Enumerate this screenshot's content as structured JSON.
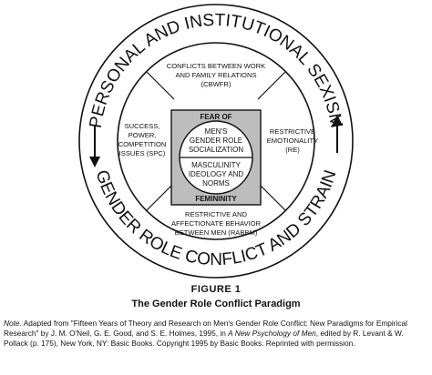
{
  "diagram": {
    "outer_ring_top": "PERSONAL AND INSTITUTIONAL SEXISM",
    "outer_ring_bottom": "GENDER ROLE CONFLICT AND STRAIN",
    "sectors": {
      "top": [
        "CONFLICTS BETWEEN WORK",
        "AND FAMILY RELATIONS",
        "(CBWFR)"
      ],
      "left": [
        "SUCCESS,",
        "POWER,",
        "COMPETITION",
        "ISSUES (SPC)"
      ],
      "right": [
        "RESTRICTIVE",
        "EMOTIONALITY",
        "(RE)"
      ],
      "bottom": [
        "RESTRICTIVE AND",
        "AFFECTIONATE BEHAVIOR",
        "BETWEEN MEN (RABBM)"
      ]
    },
    "center": {
      "top_label": "FEAR OF",
      "upper": [
        "MEN'S",
        "GENDER ROLE",
        "SOCIALIZATION"
      ],
      "lower": [
        "MASCULINITY",
        "IDEOLOGY AND",
        "NORMS"
      ],
      "bottom_label": "FEMININITY"
    },
    "arrows": {
      "left": "down",
      "right": "up"
    }
  },
  "figure": {
    "label": "FIGURE 1",
    "title": "The Gender Role Conflict Paradigm"
  },
  "note": {
    "label": "Note.",
    "text_1": " Adapted from \"Fifteen Years of Theory and Research on Men's Gender Role Conflict: New Paradigms for Empirical Research\" by J. M. O'Neil, G. E. Good, and S. E. Holmes, 1995, in ",
    "book": "A New Psychology of Men",
    "text_2": ", edited by R. Levant & W. Pollack (p. 175), New York, NY: Basic Books. Copyright 1995 by Basic Books. Reprinted with permission."
  },
  "colors": {
    "ink": "#111111",
    "center_box": "#bdbdbd"
  }
}
